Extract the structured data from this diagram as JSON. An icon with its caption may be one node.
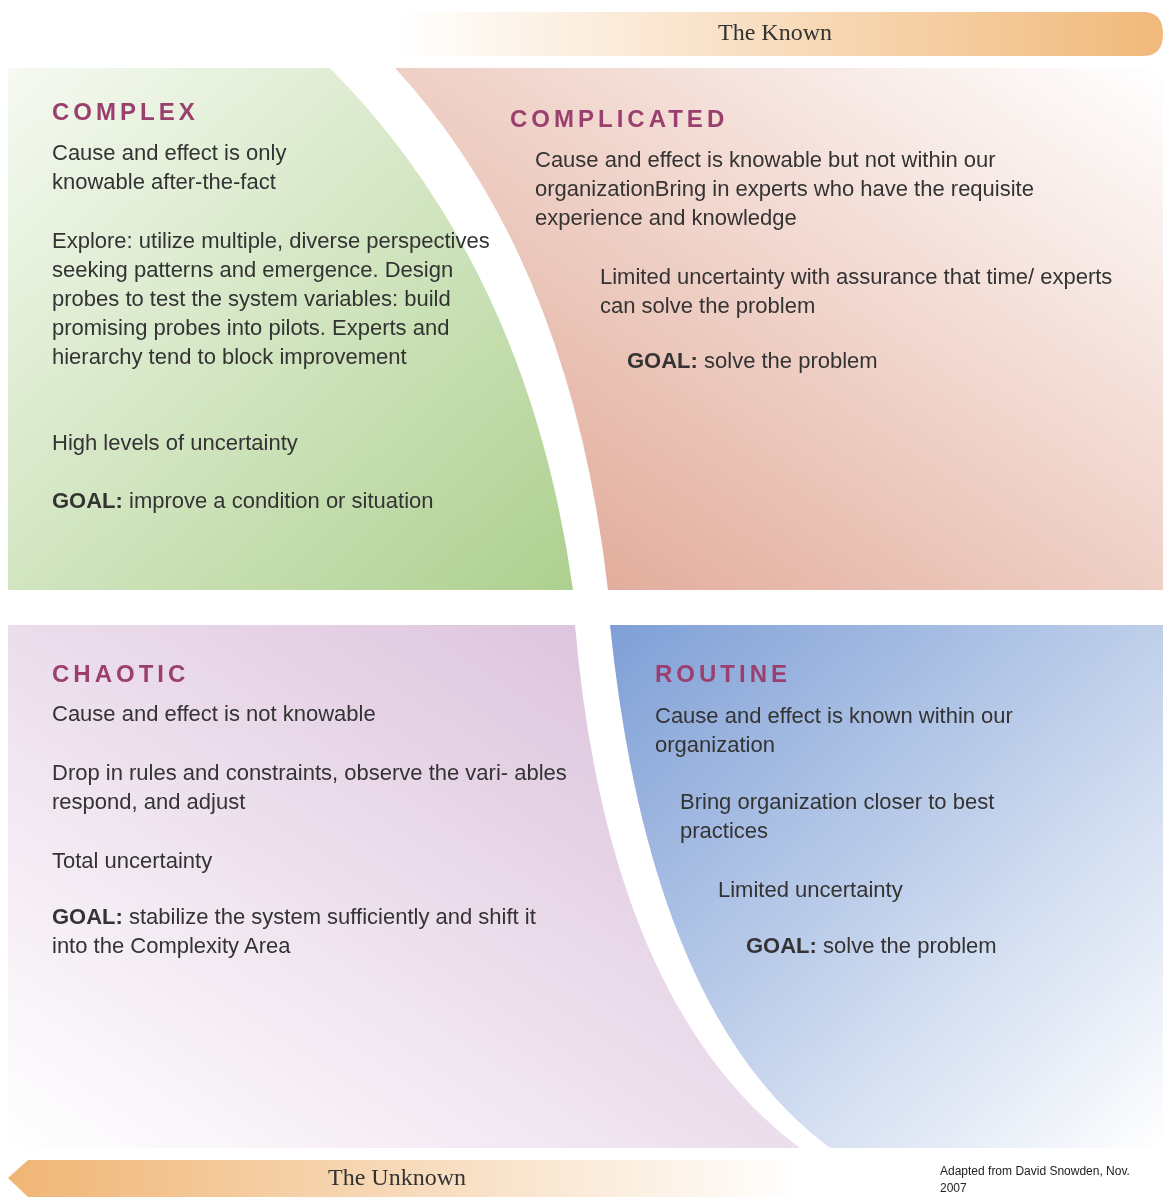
{
  "diagram": {
    "nodes": [
      {
        "text": [
          "The Known"
        ]
      },
      {
        "text": [
          "COMPLEX",
          "Cause and effect is only knowable after-the-fact",
          "Explore: utilize multiple, diverse perspectives seeking patterns and emergence. Design probes to test the system variables: build promising probes into pilots. Experts and hierarchy tend to block improvement",
          "High levels of uncertainty",
          "**GOAL:** improve a condition or situation"
        ]
      },
      {
        "text": [
          "COMPLICATED",
          "Cause and effect is knowable but not within our organizationBring in experts who have the requisite experience and knowledge",
          "Limited uncertainty with assurance that time/ experts can solve the problem",
          "**GOAL:** solve the problem"
        ]
      },
      {
        "text": [
          "CHAOTIC",
          "Cause and effect is not knowable",
          "Drop in rules and constraints, observe the vari- ables respond, and adjust",
          "Total uncertainty",
          "**GOAL:** stabilize the system sufficiently and shift it into the Complexity Area"
        ]
      },
      {
        "text": [
          "ROUTINE",
          "Cause and effect is known within our organization",
          "Bring organization closer to best practices",
          "Limited uncertainty",
          "**GOAL:** solve the problem"
        ]
      },
      {
        "text": [
          "The Unknown"
        ]
      }
    ],
    "labels": [
      "Adapted from David Snowden, Nov. 2007"
    ]
  }
}
